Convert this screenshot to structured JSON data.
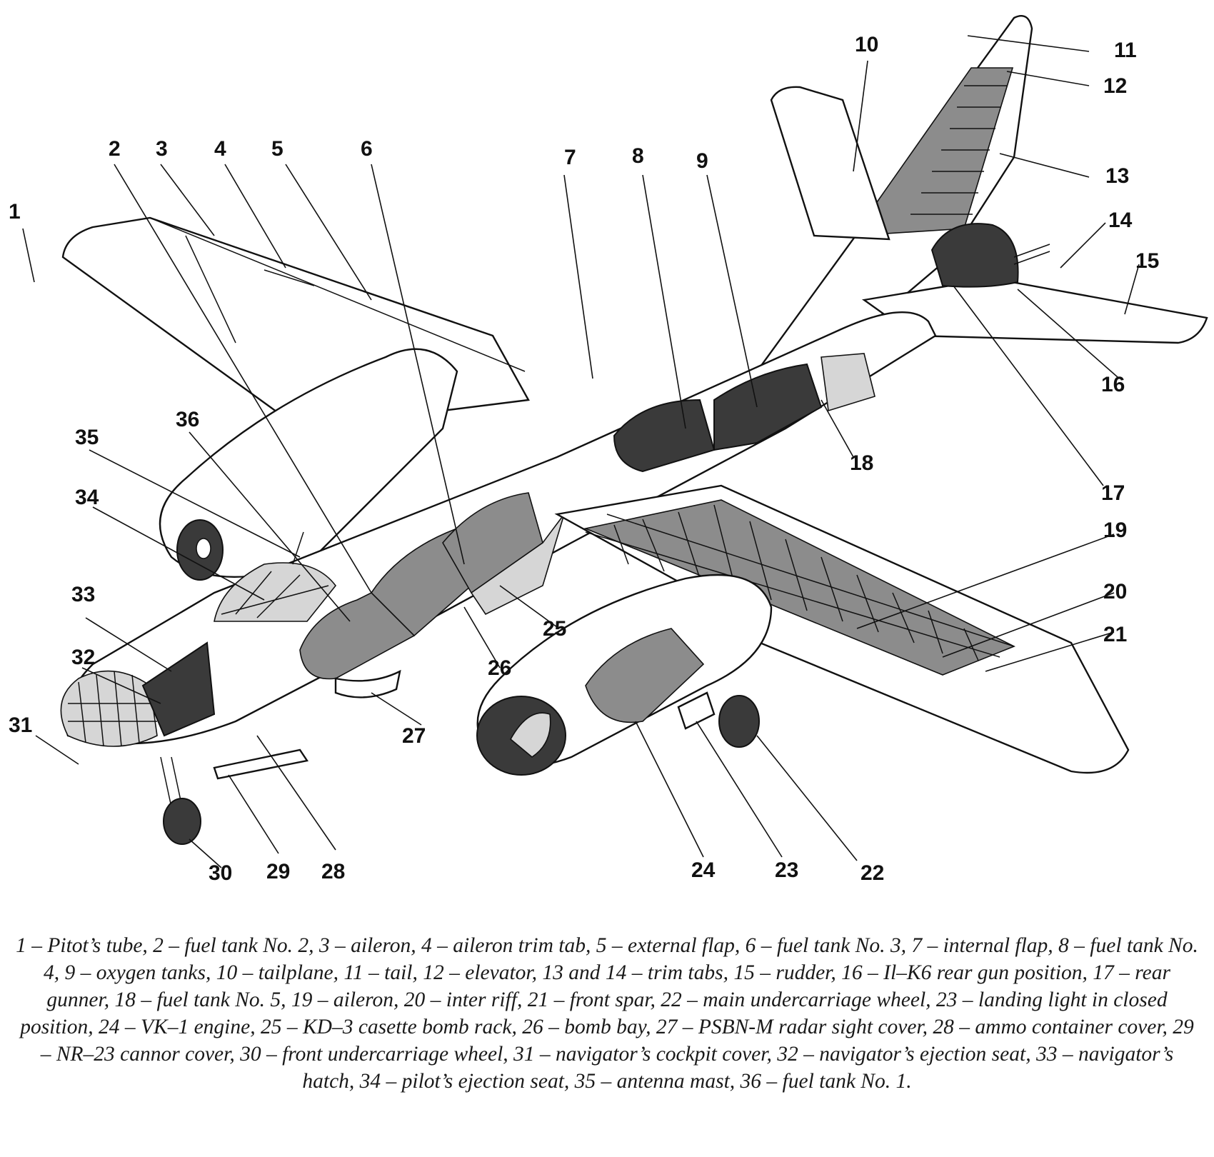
{
  "callouts": [
    {
      "num": "1"
    },
    {
      "num": "2"
    },
    {
      "num": "3"
    },
    {
      "num": "4"
    },
    {
      "num": "5"
    },
    {
      "num": "6"
    },
    {
      "num": "7"
    },
    {
      "num": "8"
    },
    {
      "num": "9"
    },
    {
      "num": "10"
    },
    {
      "num": "11"
    },
    {
      "num": "12"
    },
    {
      "num": "13"
    },
    {
      "num": "14"
    },
    {
      "num": "15"
    },
    {
      "num": "16"
    },
    {
      "num": "17"
    },
    {
      "num": "18"
    },
    {
      "num": "19"
    },
    {
      "num": "20"
    },
    {
      "num": "21"
    },
    {
      "num": "22"
    },
    {
      "num": "23"
    },
    {
      "num": "24"
    },
    {
      "num": "25"
    },
    {
      "num": "26"
    },
    {
      "num": "27"
    },
    {
      "num": "28"
    },
    {
      "num": "29"
    },
    {
      "num": "30"
    },
    {
      "num": "31"
    },
    {
      "num": "32"
    },
    {
      "num": "33"
    },
    {
      "num": "34"
    },
    {
      "num": "35"
    },
    {
      "num": "36"
    }
  ],
  "caption": "1 – Pitot’s tube, 2 – fuel tank No. 2, 3 – aileron, 4 – aileron trim tab, 5 – external flap, 6 – fuel tank No. 3, 7 – internal flap, 8 – fuel tank No. 4, 9 – oxygen tanks, 10 – tailplane, 11 – tail, 12 – elevator, 13 and 14 – trim tabs, 15 – rudder, 16 – Il–K6 rear gun position, 17 – rear gunner, 18 – fuel tank No. 5, 19 – aileron, 20 – inter riff, 21 – front spar, 22 – main undercarriage wheel, 23 – landing light in closed position, 24 – VK–1 engine, 25 – KD–3 casette bomb rack, 26 – bomb bay, 27 – PSBN-M radar sight cover, 28 – ammo container cover, 29 – NR–23 cannor cover, 30 – front undercarriage wheel, 31 – navigator’s cockpit cover, 32 – navigator’s ejection seat, 33 – navigator’s hatch, 34 – pilot’s ejection seat, 35 – antenna mast, 36 – fuel tank No. 1."
}
